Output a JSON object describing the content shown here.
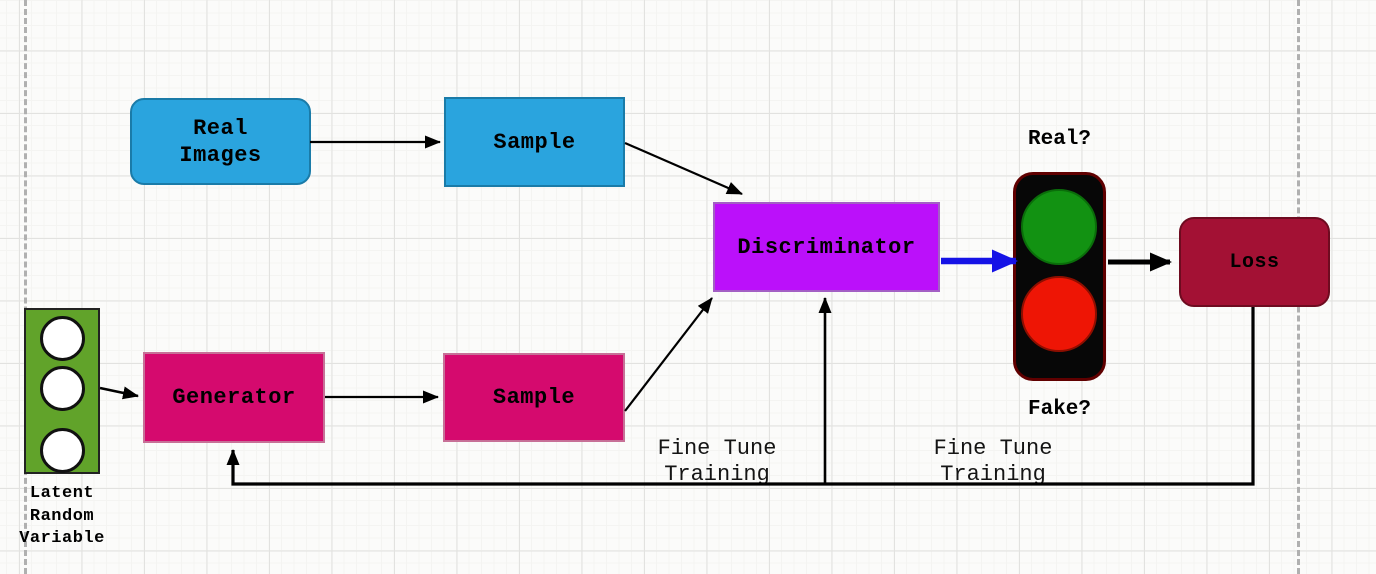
{
  "canvas": {
    "background": "#FBFBFA",
    "grid_minor_color": "#F4F4F2",
    "grid_major_color": "#E2E2E0",
    "page_break_color": "#B0B0B0"
  },
  "nodes": {
    "real_images": {
      "label": "Real\nImages",
      "fill": "#2AA4DE",
      "stroke": "#1A7BA8"
    },
    "sample_real": {
      "label": "Sample",
      "fill": "#2AA4DE",
      "stroke": "#1A7BA8"
    },
    "generator": {
      "label": "Generator",
      "fill": "#D50A6E",
      "stroke": "#C77097"
    },
    "sample_generated": {
      "label": "Sample",
      "fill": "#D50A6E",
      "stroke": "#C77097"
    },
    "discriminator": {
      "label": "Discriminator",
      "fill": "#BB10FA",
      "stroke": "#A35FC4"
    },
    "loss": {
      "label": "Loss",
      "fill": "#A31134",
      "stroke": "#6E0B20"
    },
    "latent_random_variable": {
      "caption": "Latent\nRandom\nVariable",
      "fill": "#61A32A",
      "stroke": "#222222",
      "unit_fill": "#FFFFFF",
      "unit_stroke": "#111111"
    },
    "traffic_light": {
      "label_top": "Real?",
      "label_bottom": "Fake?",
      "body_fill": "#070707",
      "body_stroke": "#600000",
      "green_light_fill": "#129212",
      "green_light_stroke": "#0A6E0A",
      "red_light_fill": "#EE1505",
      "red_light_stroke": "#8E0E00"
    }
  },
  "annotations": {
    "fine_tune_training_left": "Fine Tune\nTraining",
    "fine_tune_training_right": "Fine Tune\nTraining"
  },
  "edges": {
    "black": "#000000",
    "decision_blue": "#1512E6"
  }
}
